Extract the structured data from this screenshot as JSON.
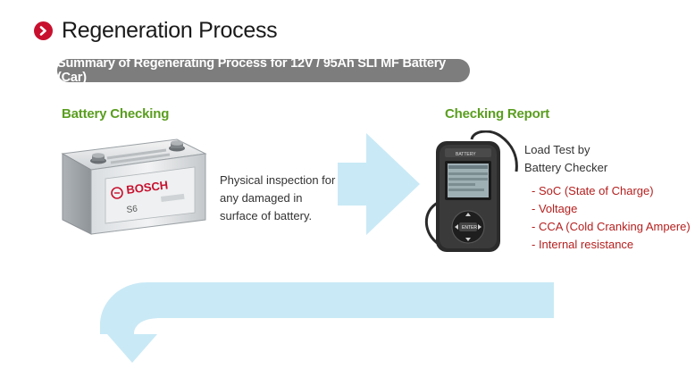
{
  "header": {
    "title": "Regeneration Process",
    "summary": "Summary of Regenerating Process for 12V / 95Ah SLI MF Battery (Car)"
  },
  "steps": [
    {
      "heading": "Battery Checking",
      "description_lines": [
        "Physical inspection for",
        "any damaged in",
        "surface of battery."
      ],
      "battery_brand": "BOSCH",
      "battery_model": "S6"
    },
    {
      "heading": "Checking Report",
      "intro_lines": [
        "Load Test by",
        "Battery Checker"
      ],
      "items": [
        "- SoC (State of Charge)",
        "- Voltage",
        "- CCA (Cold Cranking Ampere)",
        "- Internal resistance"
      ],
      "device_button_label": "ENTER"
    }
  ],
  "colors": {
    "accent_red": "#c8102e",
    "heading_green": "#5a9e1f",
    "arrow_blue": "#c9e9f6",
    "pill_gray": "#7d7d7d",
    "list_red": "#b5201f"
  }
}
